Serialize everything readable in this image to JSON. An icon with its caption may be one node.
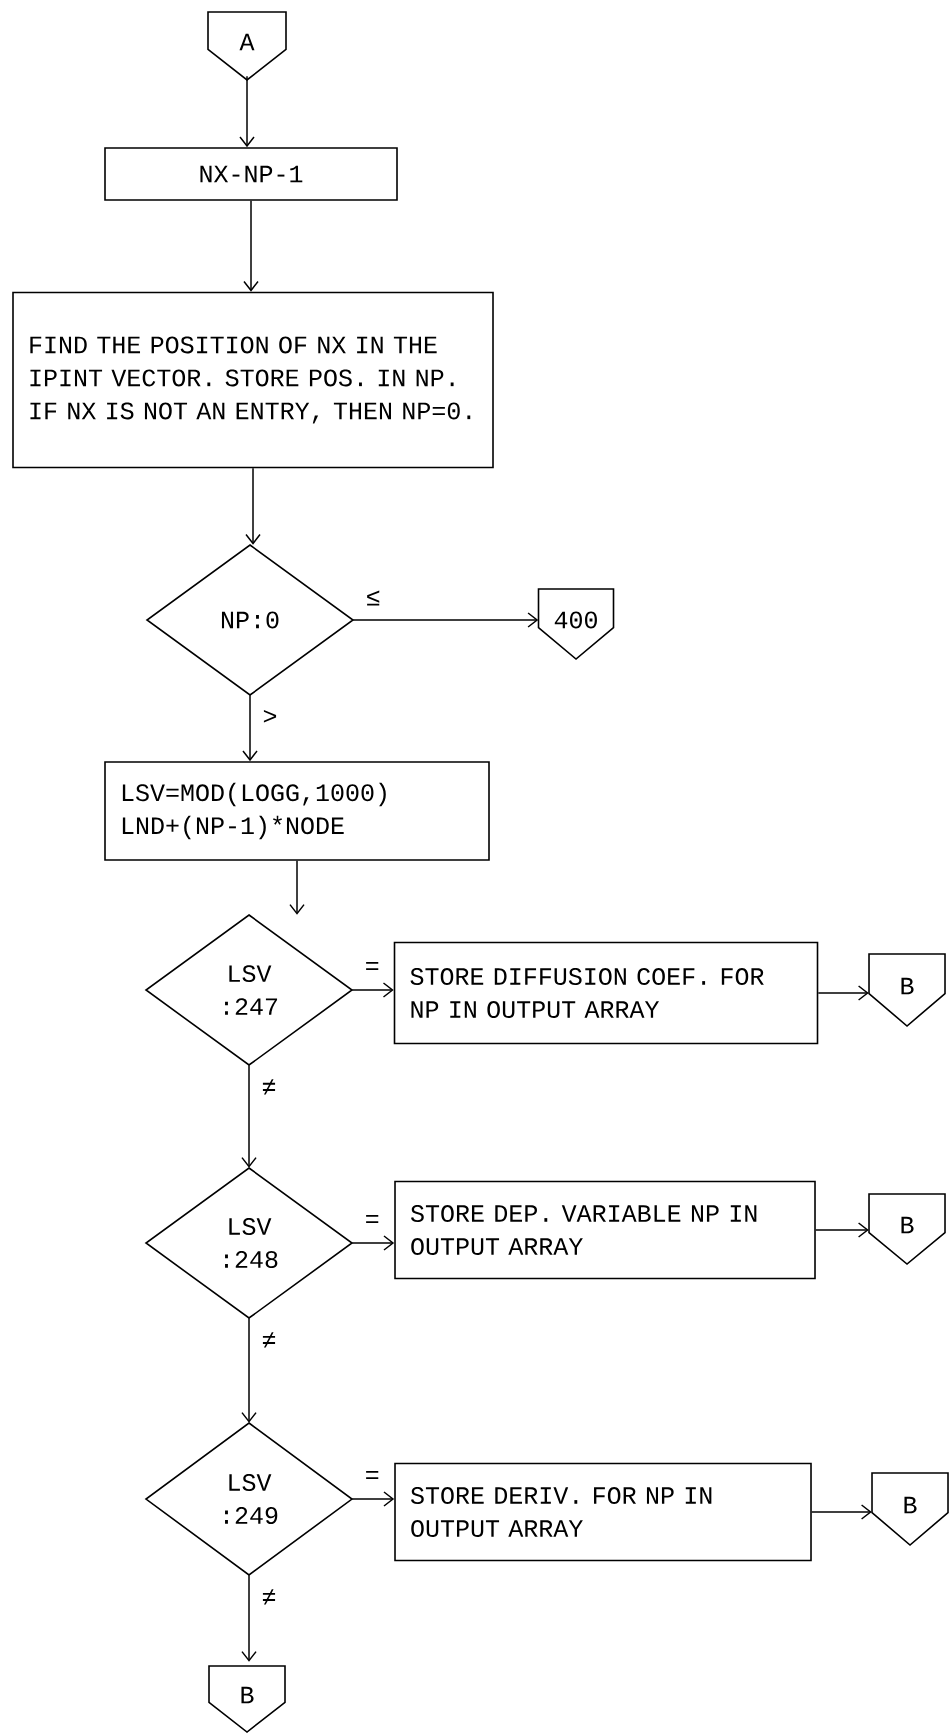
{
  "diagram": {
    "nodes": [
      {
        "text": [
          "A"
        ]
      },
      {
        "text": [
          "NX-NP-1"
        ]
      },
      {
        "text": [
          "FIND THE POSITION OF NX IN THE IPINT VECTOR. STORE POS. IN NP. IF NX IS NOT AN ENTRY, THEN NP=0."
        ]
      },
      {
        "text": [
          "NP:0"
        ]
      },
      {
        "text": [
          "400"
        ]
      },
      {
        "text": [
          "LSV=MOD(LOGG,1000) LND+(NP-1)*NODE"
        ]
      },
      {
        "text": [
          "LSV :247"
        ]
      },
      {
        "text": [
          "STORE DIFFUSION COEF. FOR NP IN OUTPUT ARRAY"
        ]
      },
      {
        "text": [
          "B"
        ]
      },
      {
        "text": [
          "LSV :248"
        ]
      },
      {
        "text": [
          "STORE DEP. VARIABLE NP IN OUTPUT ARRAY"
        ]
      },
      {
        "text": [
          "B"
        ]
      },
      {
        "text": [
          "LSV :249"
        ]
      },
      {
        "text": [
          "STORE DERIV. FOR NP IN OUTPUT ARRAY"
        ]
      },
      {
        "text": [
          "B"
        ]
      },
      {
        "text": [
          "B"
        ]
      }
    ],
    "edges": [
      {
        "from": 0,
        "to": 1,
        "arrow": "to"
      },
      {
        "from": 1,
        "to": 2,
        "arrow": "to"
      },
      {
        "from": 2,
        "to": 3,
        "arrow": "to"
      },
      {
        "from": 3,
        "to": 4,
        "arrow": "to",
        "label": "≤"
      },
      {
        "from": 3,
        "to": 5,
        "arrow": "to",
        "label": ">"
      },
      {
        "from": 5,
        "to": 6,
        "arrow": "to"
      },
      {
        "from": 6,
        "to": 7,
        "arrow": "to",
        "label": "="
      },
      {
        "from": 7,
        "to": 8,
        "arrow": "to"
      },
      {
        "from": 6,
        "to": 9,
        "arrow": "to",
        "label": "≠"
      },
      {
        "from": 9,
        "to": 10,
        "arrow": "to",
        "label": "="
      },
      {
        "from": 10,
        "to": 11,
        "arrow": "to"
      },
      {
        "from": 9,
        "to": 12,
        "arrow": "to",
        "label": "≠"
      },
      {
        "from": 12,
        "to": 13,
        "arrow": "to",
        "label": "="
      },
      {
        "from": 13,
        "to": 14,
        "arrow": "to"
      },
      {
        "from": 12,
        "to": 15,
        "arrow": "to",
        "label": "≠"
      }
    ]
  }
}
